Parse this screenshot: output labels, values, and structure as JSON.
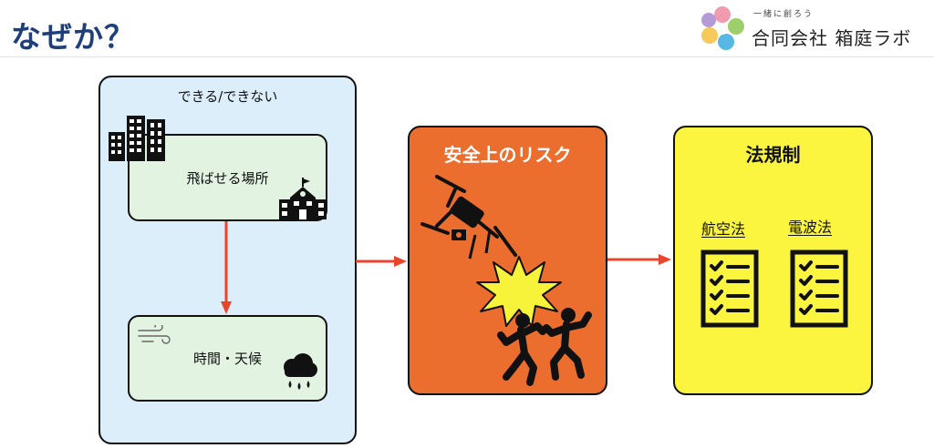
{
  "slide": {
    "title": "なぜか？"
  },
  "logo": {
    "tagline": "一緒に創ろう",
    "company": "合同会社 箱庭ラボ"
  },
  "conditions": {
    "title": "できる/できない",
    "place_label": "飛ばせる場所",
    "time_weather_label": "時間・天候"
  },
  "safety": {
    "title": "安全上のリスク"
  },
  "laws": {
    "title": "法規制",
    "items": [
      "航空法",
      "電波法"
    ]
  },
  "colors": {
    "title_navy": "#1f3f7a",
    "conditions_bg": "#ddeefb",
    "condition_card_bg": "#e2f3e1",
    "safety_bg": "#ec6e2e",
    "laws_bg": "#fcf540",
    "arrow_red": "#e8452c"
  },
  "icons": [
    "buildings-icon",
    "school-icon",
    "wind-icon",
    "rain-cloud-icon",
    "crashing-drone-icon",
    "explosion-icon",
    "fleeing-people-icon",
    "checklist-icon"
  ]
}
